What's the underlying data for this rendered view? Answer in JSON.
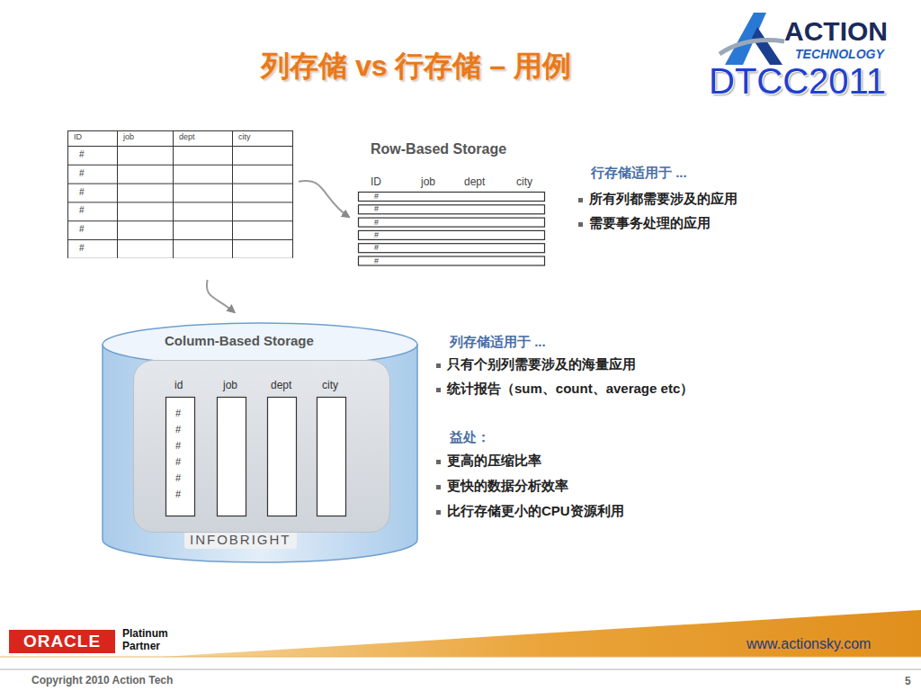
{
  "diagram": {
    "title": "列存储 vs 行存储 – 用例",
    "nodes": [
      {
        "text": [
          "ID",
          "job",
          "dept",
          "city",
          "#",
          "#",
          "#",
          "#",
          "#",
          "#"
        ]
      },
      {
        "text": [
          "Row-Based Storage",
          "ID",
          "job",
          "dept",
          "city",
          "#",
          "#",
          "#",
          "#",
          "#",
          "#"
        ]
      },
      {
        "text": [
          "Column-Based Storage",
          "INFOBRIGHT"
        ]
      },
      {
        "text": [
          "id",
          "job",
          "dept",
          "city",
          "#",
          "#",
          "#",
          "#",
          "#",
          "#"
        ],
        "in": 2
      }
    ],
    "edges": [
      {
        "from": 0,
        "to": 1,
        "arrow": "to"
      },
      {
        "from": 0,
        "to": 2,
        "arrow": "to"
      }
    ],
    "labels": [
      "ACTION",
      "TECHNOLOGY",
      "DTCC2011",
      "行存储适用于 ...",
      "所有列都需要涉及的应用",
      "需要事务处理的应用",
      "列存储适用于 ...",
      "只有个别列需要涉及的海量应用",
      "统计报告（sum、count、average  etc）",
      "益处：",
      "更高的压缩比率",
      "更快的数据分析效率",
      "比行存储更小的CPU资源利用",
      "ORACLE",
      "Platinum Partner",
      "www.actionsky.com",
      "Copyright 2010 Action Tech",
      "5"
    ]
  }
}
